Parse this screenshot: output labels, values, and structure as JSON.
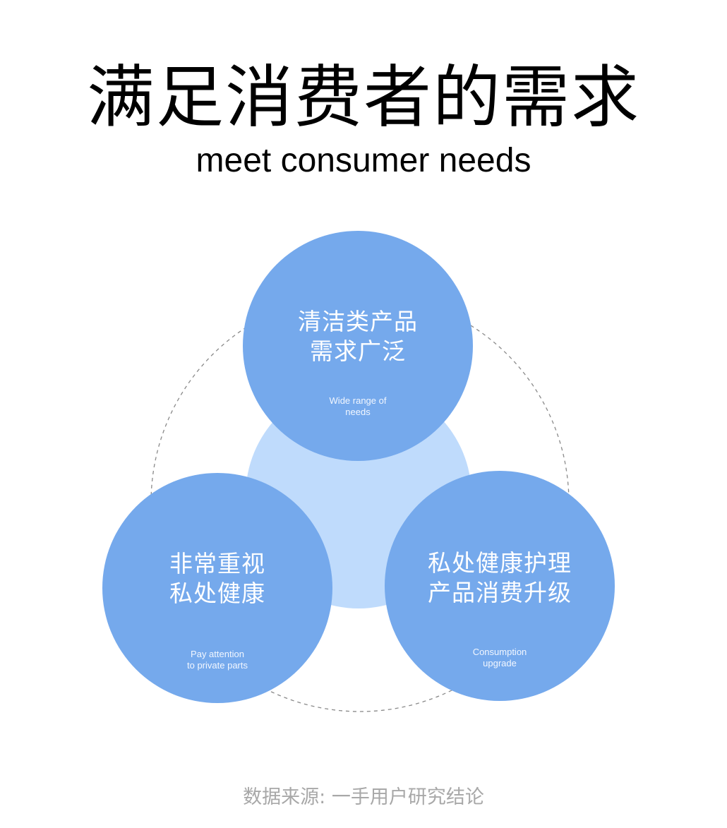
{
  "title": {
    "zh": "满足消费者的需求",
    "en": "meet consumer needs"
  },
  "nodes": [
    {
      "zh_line1": "清洁类产品",
      "zh_line2": "需求广泛",
      "en_line1": "Wide range of",
      "en_line2": "needs"
    },
    {
      "zh_line1": "非常重视",
      "zh_line2": "私处健康",
      "en_line1": "Pay attention",
      "en_line2": "to private parts"
    },
    {
      "zh_line1": "私处健康护理",
      "zh_line2": "产品消费升级",
      "en_line1": "Consumption",
      "en_line2": "upgrade"
    }
  ],
  "colors": {
    "node_fill": "#75A9EC",
    "center_fill": "#BFDBFC",
    "dashed_ring": "#8a8a8a"
  },
  "footer": {
    "source": "数据来源: 一手用户研究结论"
  }
}
